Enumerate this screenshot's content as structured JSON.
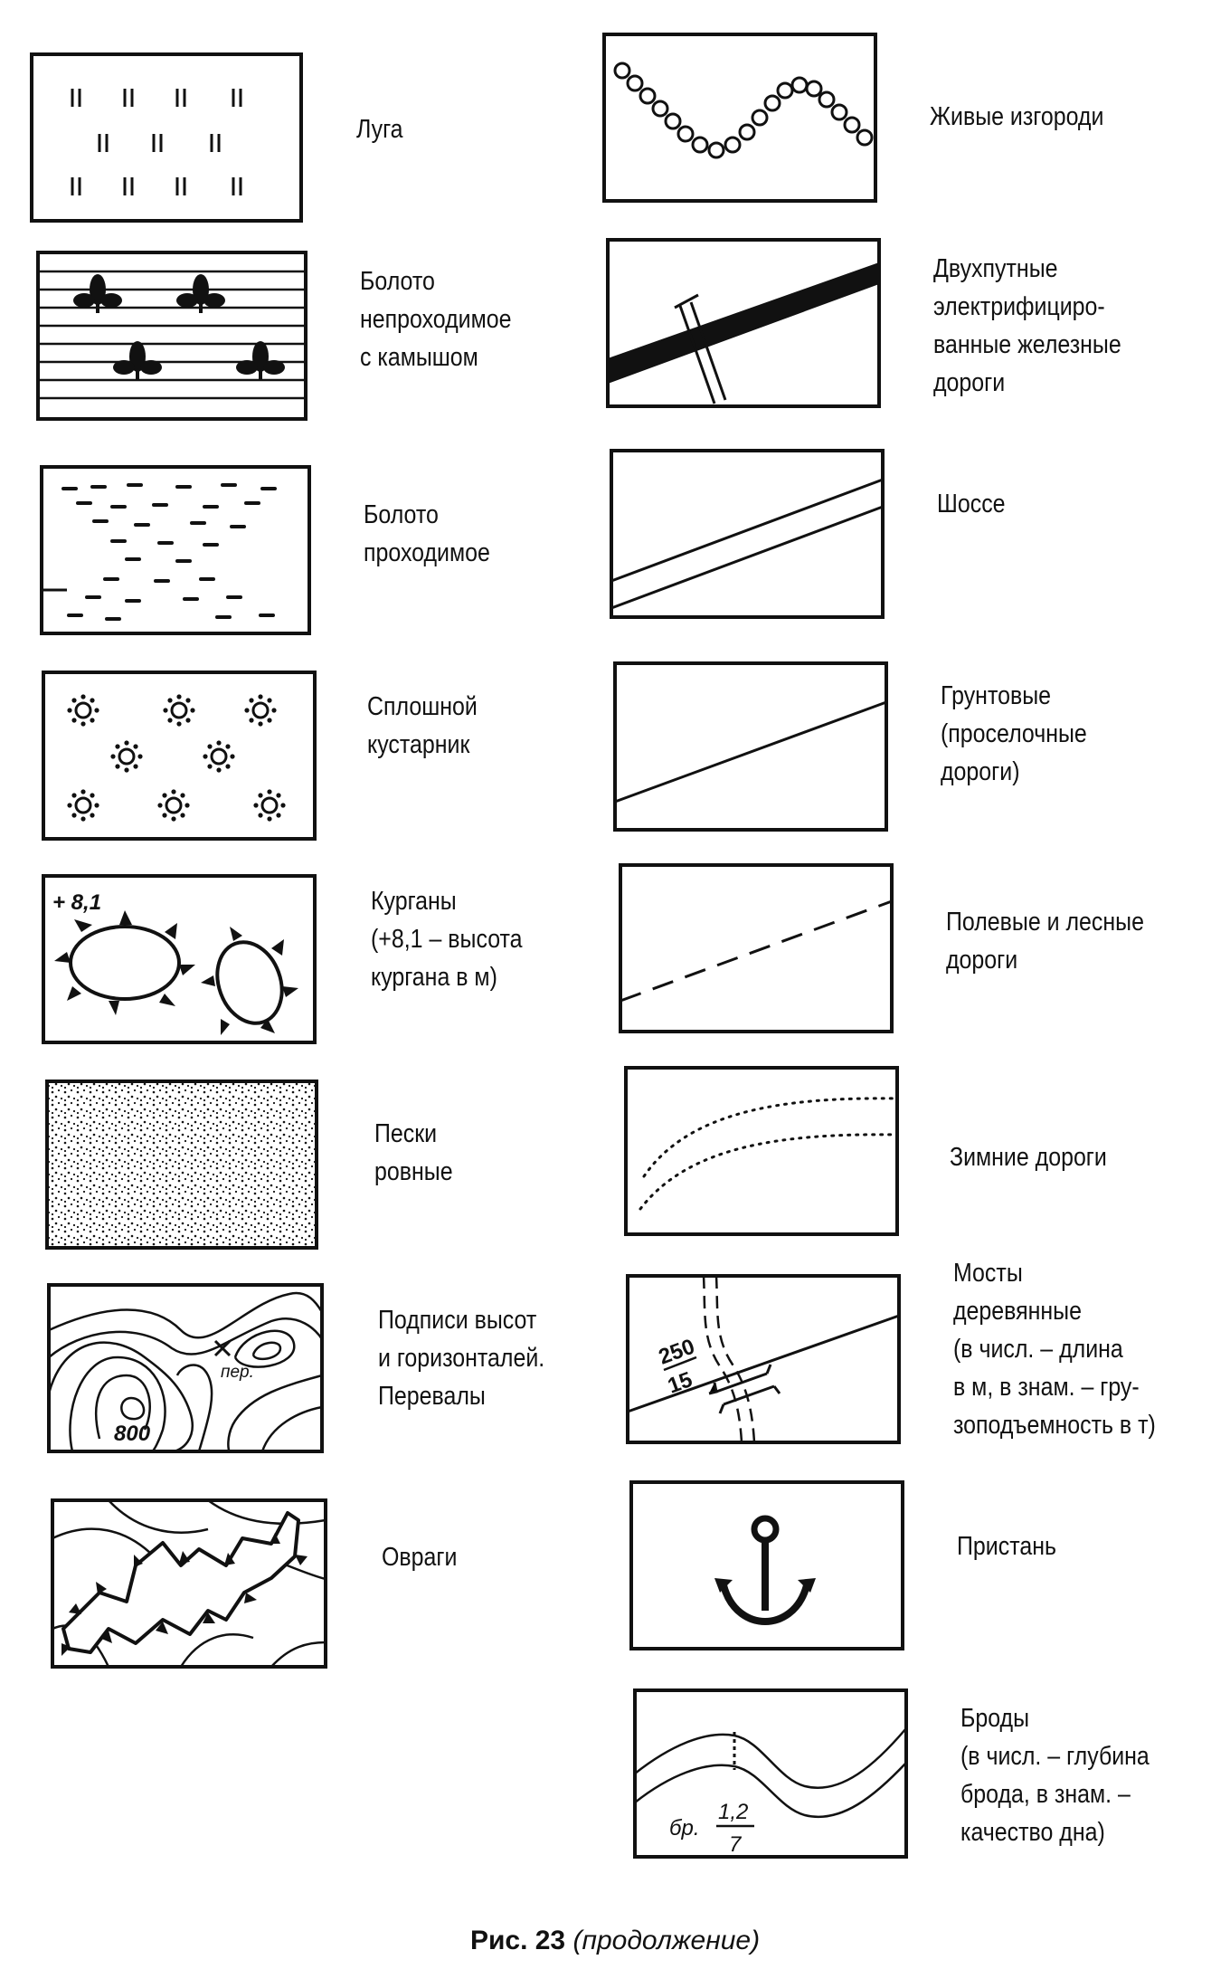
{
  "legend_left": [
    {
      "key": "meadow",
      "label": "Луга"
    },
    {
      "key": "impassable_swamp",
      "label": "Болото\nнепроходимое\nс камышом"
    },
    {
      "key": "passable_swamp",
      "label": "Болото\nпроходимое"
    },
    {
      "key": "shrub",
      "label": "Сплошной\nкустарник"
    },
    {
      "key": "barrows",
      "label": "Курганы\n(+8,1 – высота\nкургана в м)",
      "sample": "+ 8,1"
    },
    {
      "key": "sands",
      "label": "Пески\nровные"
    },
    {
      "key": "contours",
      "label": "Подписи высот\nи горизонталей.\nПеревалы",
      "height_mark": "800",
      "pass_mark": "пер."
    },
    {
      "key": "ravines",
      "label": "Овраги"
    }
  ],
  "legend_right": [
    {
      "key": "hedges",
      "label": "Живые изгороди"
    },
    {
      "key": "railway",
      "label": "Двухпутные\nэлектрифициро-\nванные железные\nдороги"
    },
    {
      "key": "highway",
      "label": "Шоссе"
    },
    {
      "key": "dirt_road",
      "label": "Грунтовые\n(проселочные\nдороги)"
    },
    {
      "key": "field_road",
      "label": "Полевые и лесные\nдороги"
    },
    {
      "key": "winter_road",
      "label": "Зимние дороги"
    },
    {
      "key": "bridge",
      "label": "Мосты\nдеревянные\n(в числ. – длина\nв м, в знам. – гру-\nзоподъемность в т)",
      "numerator": "250",
      "denominator": "15"
    },
    {
      "key": "pier",
      "label": "Пристань"
    },
    {
      "key": "ford",
      "label": "Броды\n(в числ. – глубина\nброда, в знам. –\nкачество дна)",
      "prefix": "бр.",
      "numerator": "1,2",
      "denominator": "7"
    }
  ],
  "caption": {
    "bold": "Рис. 23",
    "italic": "(продолжение)"
  }
}
